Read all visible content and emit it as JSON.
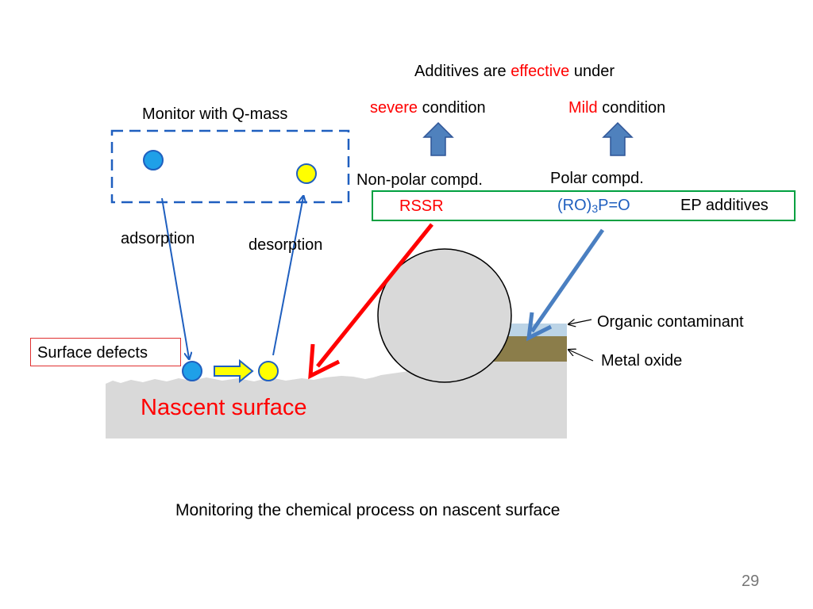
{
  "header": {
    "prefix": "Additives are",
    "emphasis": "effective",
    "suffix": "under"
  },
  "severe": {
    "emphasis": "severe",
    "rest": " condition"
  },
  "mild": {
    "emphasis": "Mild",
    "rest": " condition"
  },
  "monitor_label": "Monitor with Q-mass",
  "nonpolar_label": "Non-polar compd.",
  "polar_label": "Polar compd.",
  "rssr": "RSSR",
  "ro3po": {
    "before": "(RO)",
    "sub": "3",
    "after": "P=O"
  },
  "ep_additives": "EP additives",
  "adsorption": "adsorption",
  "desorption": "desorption",
  "surface_defects": "Surface defects",
  "nascent_surface": "Nascent surface",
  "organic_contaminant": "Organic contaminant",
  "metal_oxide": "Metal oxide",
  "caption": "Monitoring the chemical process on nascent surface",
  "page_number": "29",
  "colors": {
    "blue_molecule": "#1fa0e8",
    "yellow_molecule": "#ffff00",
    "up_arrow": "#4f81bd",
    "green_box": "#00a040",
    "red_arrow": "#ff0000",
    "blue_arrow": "#4a7fc1",
    "substrate": "#d9d9d9",
    "oxide": "#8b7d4a",
    "contaminant": "#bcd4e6"
  }
}
